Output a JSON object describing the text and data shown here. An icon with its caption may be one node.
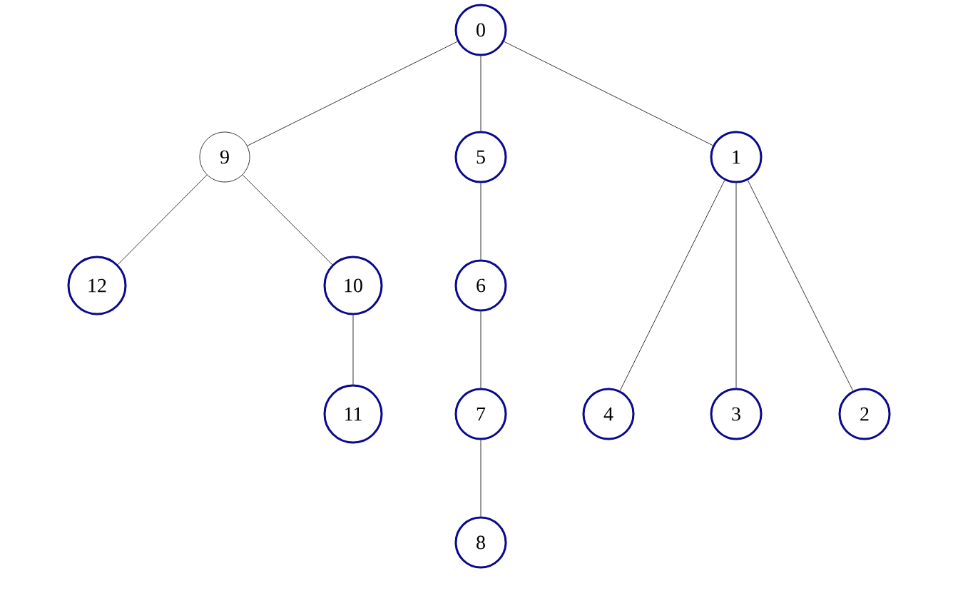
{
  "diagram": {
    "nodes": [
      {
        "text": [
          "0"
        ]
      },
      {
        "text": [
          "9"
        ]
      },
      {
        "text": [
          "5"
        ]
      },
      {
        "text": [
          "1"
        ]
      },
      {
        "text": [
          "12"
        ]
      },
      {
        "text": [
          "10"
        ]
      },
      {
        "text": [
          "6"
        ]
      },
      {
        "text": [
          "11"
        ]
      },
      {
        "text": [
          "7"
        ]
      },
      {
        "text": [
          "4"
        ]
      },
      {
        "text": [
          "3"
        ]
      },
      {
        "text": [
          "2"
        ]
      },
      {
        "text": [
          "8"
        ]
      }
    ],
    "edges": [
      {
        "from": 0,
        "to": 1,
        "arrow": "none"
      },
      {
        "from": 0,
        "to": 2,
        "arrow": "none"
      },
      {
        "from": 0,
        "to": 3,
        "arrow": "none"
      },
      {
        "from": 1,
        "to": 4,
        "arrow": "none"
      },
      {
        "from": 1,
        "to": 5,
        "arrow": "none"
      },
      {
        "from": 2,
        "to": 6,
        "arrow": "none"
      },
      {
        "from": 3,
        "to": 9,
        "arrow": "none"
      },
      {
        "from": 3,
        "to": 10,
        "arrow": "none"
      },
      {
        "from": 3,
        "to": 11,
        "arrow": "none"
      },
      {
        "from": 5,
        "to": 7,
        "arrow": "none"
      },
      {
        "from": 6,
        "to": 8,
        "arrow": "none"
      },
      {
        "from": 8,
        "to": 12,
        "arrow": "none"
      }
    ]
  }
}
